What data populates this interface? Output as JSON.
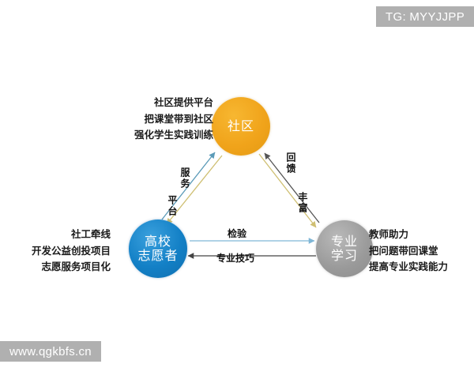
{
  "watermarks": {
    "top_right": "TG: MYYJJPP",
    "bottom_left": "www.qgkbfs.cn"
  },
  "diagram": {
    "nodes": [
      {
        "id": "community",
        "label_lines": [
          "社区"
        ],
        "color": "#F0A31A"
      },
      {
        "id": "volunteers",
        "label_lines": [
          "高校",
          "志愿者"
        ],
        "color": "#1380C6"
      },
      {
        "id": "learning",
        "label_lines": [
          "专业",
          "学习"
        ],
        "color": "#9A9A9A"
      }
    ],
    "text_blocks": {
      "community": [
        "社区提供平台",
        "把课堂带到社区",
        "强化学生实践训练"
      ],
      "volunteers": [
        "社工牵线",
        "开发公益创投项目",
        "志愿服务项目化"
      ],
      "learning": [
        "教师助力",
        "把问题带回课堂",
        "提高专业实践能力"
      ]
    },
    "edge_labels": {
      "service": "服务",
      "platform": "平台",
      "feedback": "回馈",
      "enrich": "丰富",
      "test": "检验",
      "skills": "专业技巧"
    },
    "edge_colors": {
      "service_arrow": "#5b9bb8",
      "platform_arrow": "#d8c87a",
      "feedback_arrow": "#555555",
      "enrich_arrow": "#d8c87a",
      "test_arrow": "#7fb6d6",
      "skills_arrow": "#444444"
    }
  }
}
